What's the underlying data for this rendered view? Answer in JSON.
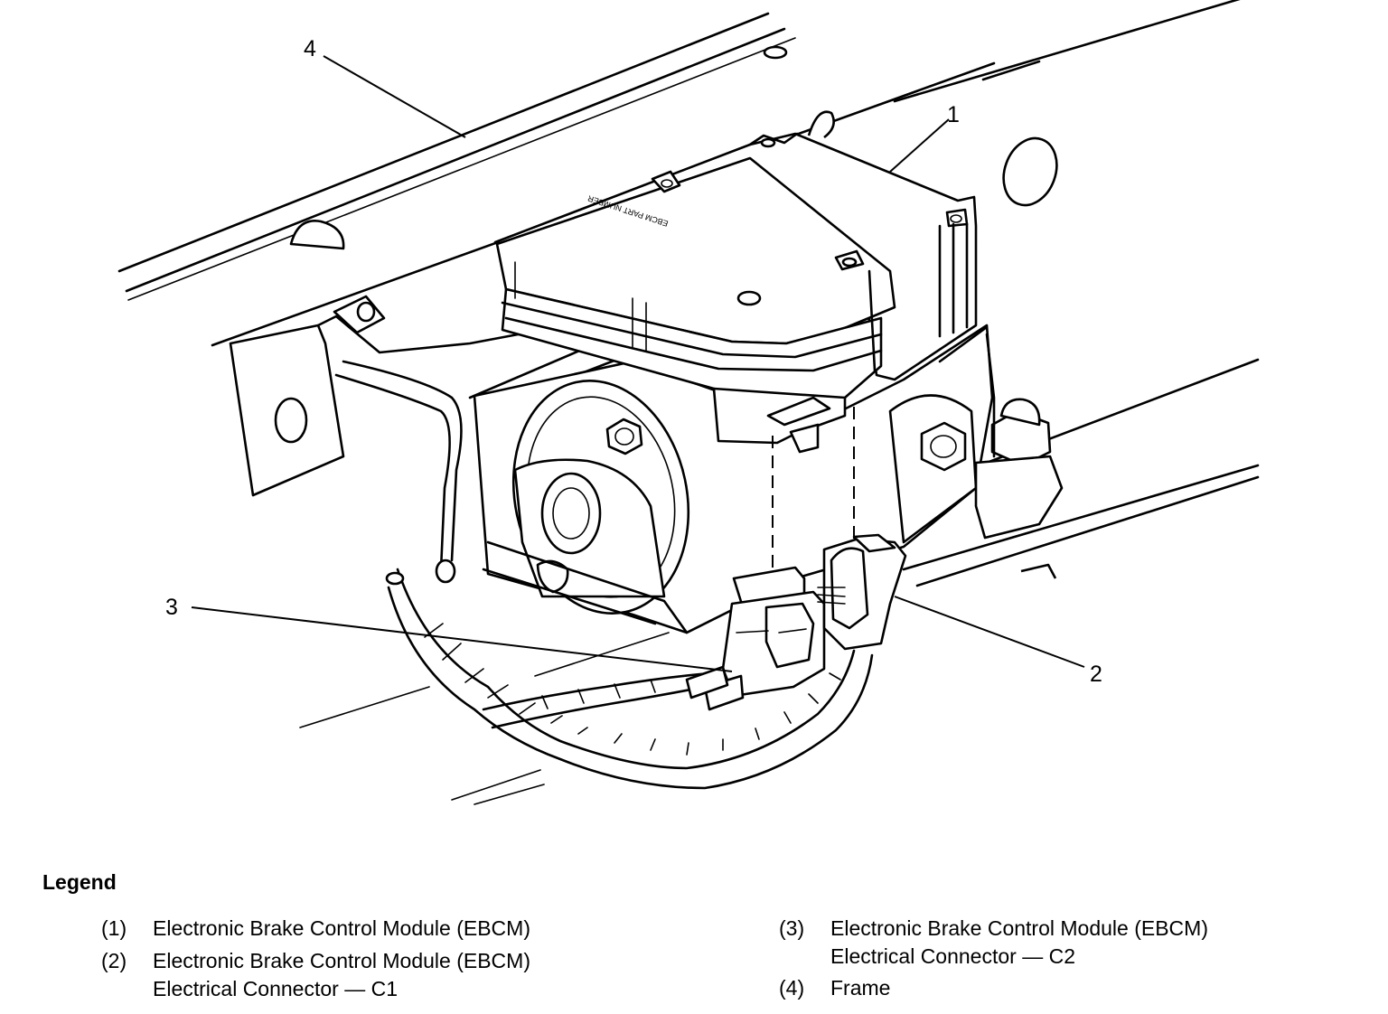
{
  "diagram": {
    "callouts": [
      "1",
      "2",
      "3",
      "4"
    ],
    "module_marking": "EBCM PART NUMBER"
  },
  "legend": {
    "title": "Legend",
    "items": [
      {
        "number": "(1)",
        "lines": [
          "Electronic Brake Control Module (EBCM)"
        ]
      },
      {
        "number": "(2)",
        "lines": [
          "Electronic Brake Control Module (EBCM)",
          "Electrical Connector — C1"
        ]
      },
      {
        "number": "(3)",
        "lines": [
          "Electronic Brake Control Module (EBCM)",
          "Electrical Connector — C2"
        ]
      },
      {
        "number": "(4)",
        "lines": [
          "Frame"
        ]
      }
    ]
  }
}
